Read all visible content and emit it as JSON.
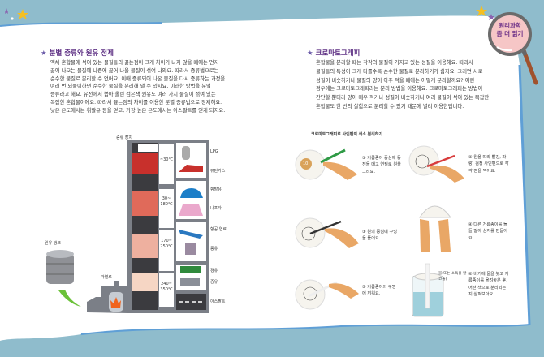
{
  "badge": {
    "line1": "원리과학",
    "line2": "좀 더 읽기"
  },
  "left": {
    "heading": "분별 증류와 원유 정제",
    "lines": [
      "액체 혼합물에 섞여 있는 물질들의 끓는점이 크게 차이가 나지 않을 때에는 먼저",
      "끓어 나오는 물질에 나중에 끓어 나올 물질이 섞여 나와요. 따라서 증류법으로는",
      "순수한 물질로 분리할 수 없어요. 이때 증류되어 나온 물질을 다시 증류하는 과정을",
      "여러 번 되풀이하면 순수한 물질을 분리해 낼 수 있지요. 이러한 방법을 분별",
      "증류라고 해요. 유전에서 뽑아 올린 검은색 원유도 여러 가지 물질이 섞여 있는",
      "복잡한 혼합물이에요. 따라서 끓는점의 차이를 이용한 분별 증류법으로 정제해요.",
      "낮은 온도에서는 휘발유 등을 얻고, 가장 높은 온도에서는 아스팔트를 얻게 되지요."
    ],
    "diagram": {
      "tower_label": "증류 장치",
      "tank_label": "원유 탱크",
      "furnace_label": "가열로",
      "temperatures": [
        "~30℃",
        "30~\n180℃",
        "170~\n250℃",
        "240~\n350℃"
      ],
      "products": [
        "LPG",
        "뷰탄가스",
        "휘발유",
        "나프타",
        "항공 연료",
        "등유",
        "경유",
        "중유",
        "아스팔트"
      ]
    }
  },
  "right": {
    "heading": "크로마토그래피",
    "lines": [
      "혼합물을 분리할 때는 각각의 물질이 가지고 있는 성질을 이용해요. 따라서",
      "물질들의 특성이 크게 다를수록 순수한 물질로 분리하기가 쉽지요. 그러면 서로",
      "성질이 비슷하거나 물질의 양이 아주 적을 때에는 어떻게 분리할까요? 이런",
      "경우에는 크로마토그래피라는 분리 방법을 이용해요. 크로마토그래피는 방법이",
      "간단할 뿐더러 양이 매우 적거나 성질이 비슷하거나 여러 물질이 섞여 있는 복잡한",
      "혼합물도 한 번의 실험으로 분리할 수 있기 때문에 널리 이용한답니다."
    ],
    "experiment": {
      "title": "크로마토그래피로 사인펜의 색소 분리하기",
      "steps": [
        "① 거름종이 중심에 동전을 대고 연필로 원을 그려요.",
        "② 원을 따라 빨강, 파랑, 검정 사인펜으로 각각 점을 찍어요.",
        "③ 원의 중심에 구멍을 뚫어요.",
        "④ 다른 거름종이를 돌돌 말아 심지를 만들어요.",
        "⑤ 거름종이의 구멍에 끼워요.",
        "⑥ 비커에 물을 붓고 거름종이를 올려놓은 후, 어떤 색으로 분리되는지 살펴보아요."
      ],
      "water_label": "물(또는 소독용 알코올)",
      "coin_label": "10"
    }
  },
  "colors": {
    "background": "#8fbccc",
    "heading": "#5b2d82",
    "badge": "#f6c6c6"
  }
}
